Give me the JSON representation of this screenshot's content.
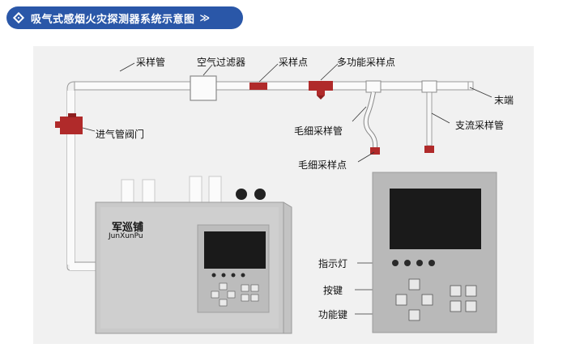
{
  "header": {
    "title": "吸气式感烟火灾探测器系统示意图",
    "chevron": "≫",
    "icon": "diamond-icon"
  },
  "labels": {
    "sampling_pipe": "采样管",
    "air_filter": "空气过滤器",
    "sampling_point": "采样点",
    "multi_sampling_point": "多功能采样点",
    "end": "末端",
    "inlet_valve": "进气管阀门",
    "capillary_pipe": "毛细采样管",
    "capillary_point": "毛细采样点",
    "branch_pipe": "支流采样管",
    "indicator": "指示灯",
    "keys": "按键",
    "function_keys": "功能键"
  },
  "device": {
    "brand": "军巡铺",
    "brand_en": "JunXunPu"
  },
  "colors": {
    "accent": "#2a57a8",
    "sampling_red": "#b02a2a",
    "panel_gray": "#b9b9b9",
    "screen": "#1a1a1a"
  }
}
